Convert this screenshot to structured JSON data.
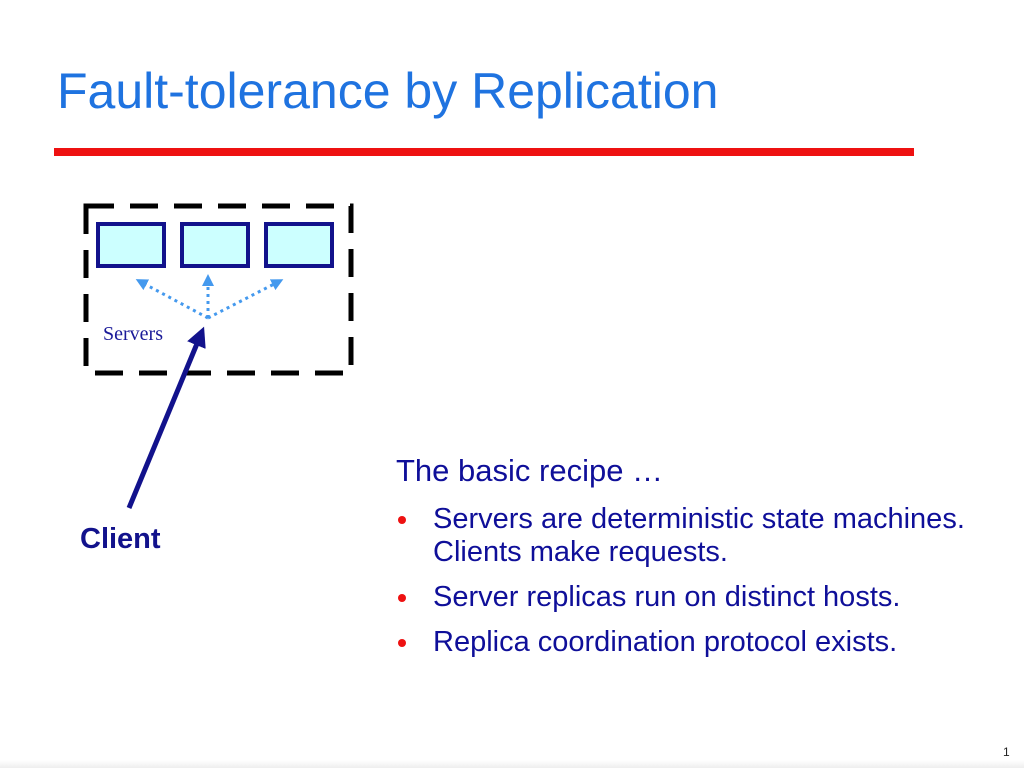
{
  "slide": {
    "title": "Fault-tolerance by Replication",
    "page_number": "1"
  },
  "diagram": {
    "servers_label": "Servers",
    "client_label": "Client",
    "replica_count": 3
  },
  "content": {
    "heading": "The basic recipe …",
    "bullets": [
      "Servers are deterministic state machines. Clients make requests.",
      "Server replicas run on distinct hosts.",
      "Replica coordination protocol exists."
    ]
  },
  "colors": {
    "title": "#1f73e0",
    "rule": "#ee1111",
    "text": "#0f0f99",
    "replica_fill": "#ccffff",
    "replica_border": "#12128c",
    "dotted_arrow": "#4499ee"
  }
}
